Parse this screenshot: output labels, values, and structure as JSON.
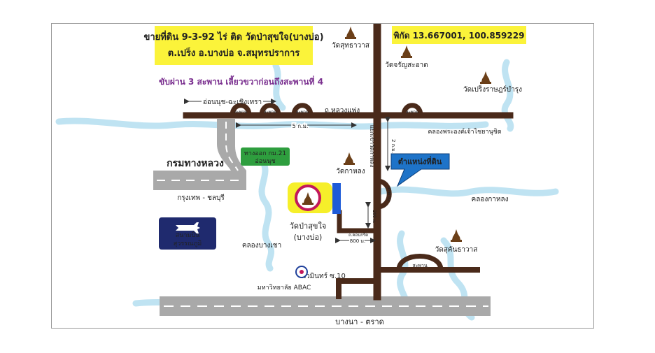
{
  "title": {
    "line1": "ขายที่ดิน 9-3-92 ไร่ ติด วัดป่าสุขใจ(บางบ่อ)",
    "line2": "ต.เปร็ง อ.บางบ่อ จ.สมุทรปราการ"
  },
  "coords_label": "พิกัด 13.667001, 100.859229",
  "directions": "ขับผ่าน 3 สะพาน เลี้ยวขวาก่อนถึงสะพานที่ 4",
  "roads": {
    "top_road_left": "อ่อนนุช-ฉะเชิงเทรา",
    "top_road_right": "ถ.หลวงแพ่ง",
    "distance_5km": "5 ก.ม.",
    "vertical_road": "แยกเข้าวัดกาหลง",
    "distance_2km": "2 ก.ม.",
    "distance_200m": "200 ม.",
    "distance_800m": "800 ม.",
    "soi_label": "ถ.คอนกรีต",
    "highway_mid": "กรุงเทพ - ชลบุรี",
    "highway_bottom": "บางนา - ตราด",
    "navamin": "นวมินทร์ ซ.10"
  },
  "bridge_label": "สะพาน",
  "bridge_vertical": "สะพาน",
  "highway_dept": "กรมทางหลวง",
  "exit_sign": {
    "line1": "ทางออก กม.21",
    "line2": "อ่อนนุช"
  },
  "location_label": "ตำแหน่งที่ดิน",
  "temples": {
    "sutthawat": "วัดสุทธาวาส",
    "charoen": "วัดจรัญสะอาด",
    "preng": "วัดเปร็งราษฎร์บำรุง",
    "kalong": "วัดกาหลง",
    "pasukjai_1": "วัดป่าสุขใจ",
    "pasukjai_2": "(บางบ่อ)",
    "sukhan": "วัดสุคันธาวาส"
  },
  "canals": {
    "phra_ong": "คลองพระองค์เจ้าไชยานุชิต",
    "kalong": "คลองกาหลง",
    "bang_chao": "คลองบางเชา"
  },
  "airport": {
    "line1": "สนามบิน",
    "line2": "สุวรรณภูมิ"
  },
  "university": "มหาวิทยาลัย ABAC",
  "colors": {
    "road": "#4a2a1a",
    "highway": "#a9a9a9",
    "title_bg": "#fbf33a",
    "title_text": "#0b1a8a",
    "directions_text": "#7a2f8f",
    "canal": "#bfe3f2",
    "exit_sign": "#2e9e3e",
    "location_sign": "#1e73c8",
    "airport_bg": "#1f2a6e",
    "temple": "#6b3f18",
    "land_marker": "#1e5bd8",
    "land_highlight": "#f6ef2a",
    "land_ring": "#c2185b"
  }
}
